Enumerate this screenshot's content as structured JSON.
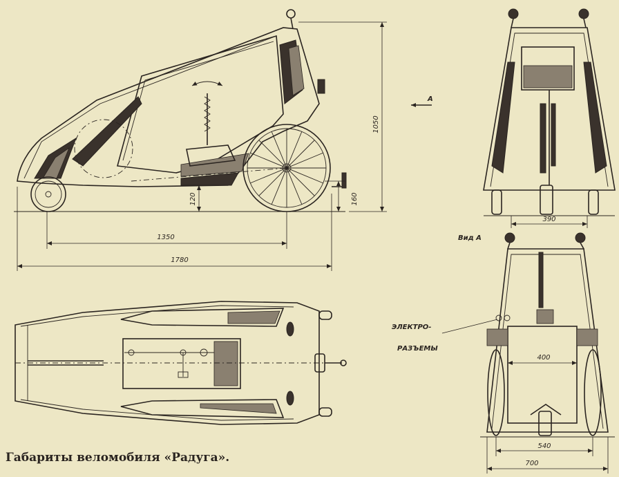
{
  "caption": "Габариты веломобиля «Радуга».",
  "dimensions": {
    "height": "1050",
    "clearance": "120",
    "rear_axle": "160",
    "wheelbase": "1350",
    "length": "1780",
    "width_top": "390",
    "width_inner": "400",
    "track": "540",
    "width_total": "700"
  },
  "labels": {
    "view_arrow": "A",
    "view_name": "Вид А",
    "connectors_line1": "ЭЛЕКТРО-",
    "connectors_line2": "РАЗЪЕМЫ"
  }
}
